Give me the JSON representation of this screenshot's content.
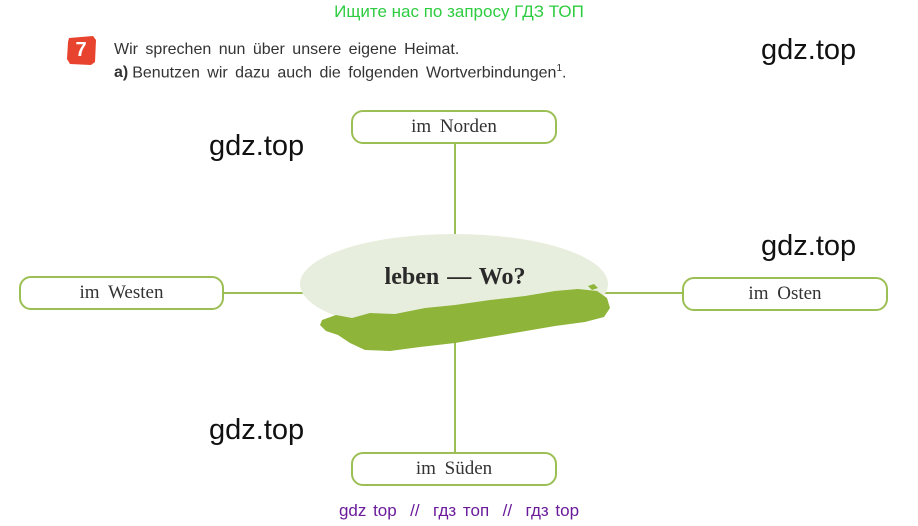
{
  "banner": "Ищите нас по запросу ГДЗ ТОП",
  "task": {
    "number": "7",
    "line1": "Wir sprechen nun über unsere eigene Heimat.",
    "line2_label": "a)",
    "line2_text": "Benutzen wir dazu auch die folgenden Wortverbindungen",
    "footnote_mark": "1",
    "line2_end": "."
  },
  "diagram": {
    "center": "leben — Wo?",
    "north": "im Norden",
    "west": "im Westen",
    "east": "im Osten",
    "south": "im Süden"
  },
  "watermarks": [
    "gdz.top",
    "gdz.top",
    "gdz.top",
    "gdz.top"
  ],
  "footer": "gdz top  //  гдз топ  //  гдз top",
  "colors": {
    "banner": "#2ecc40",
    "badge": "#e8432e",
    "box_border": "#9cbf55",
    "ellipse": "#e8eedd",
    "brush": "#8fb43a",
    "footer": "#6a1b9a"
  }
}
